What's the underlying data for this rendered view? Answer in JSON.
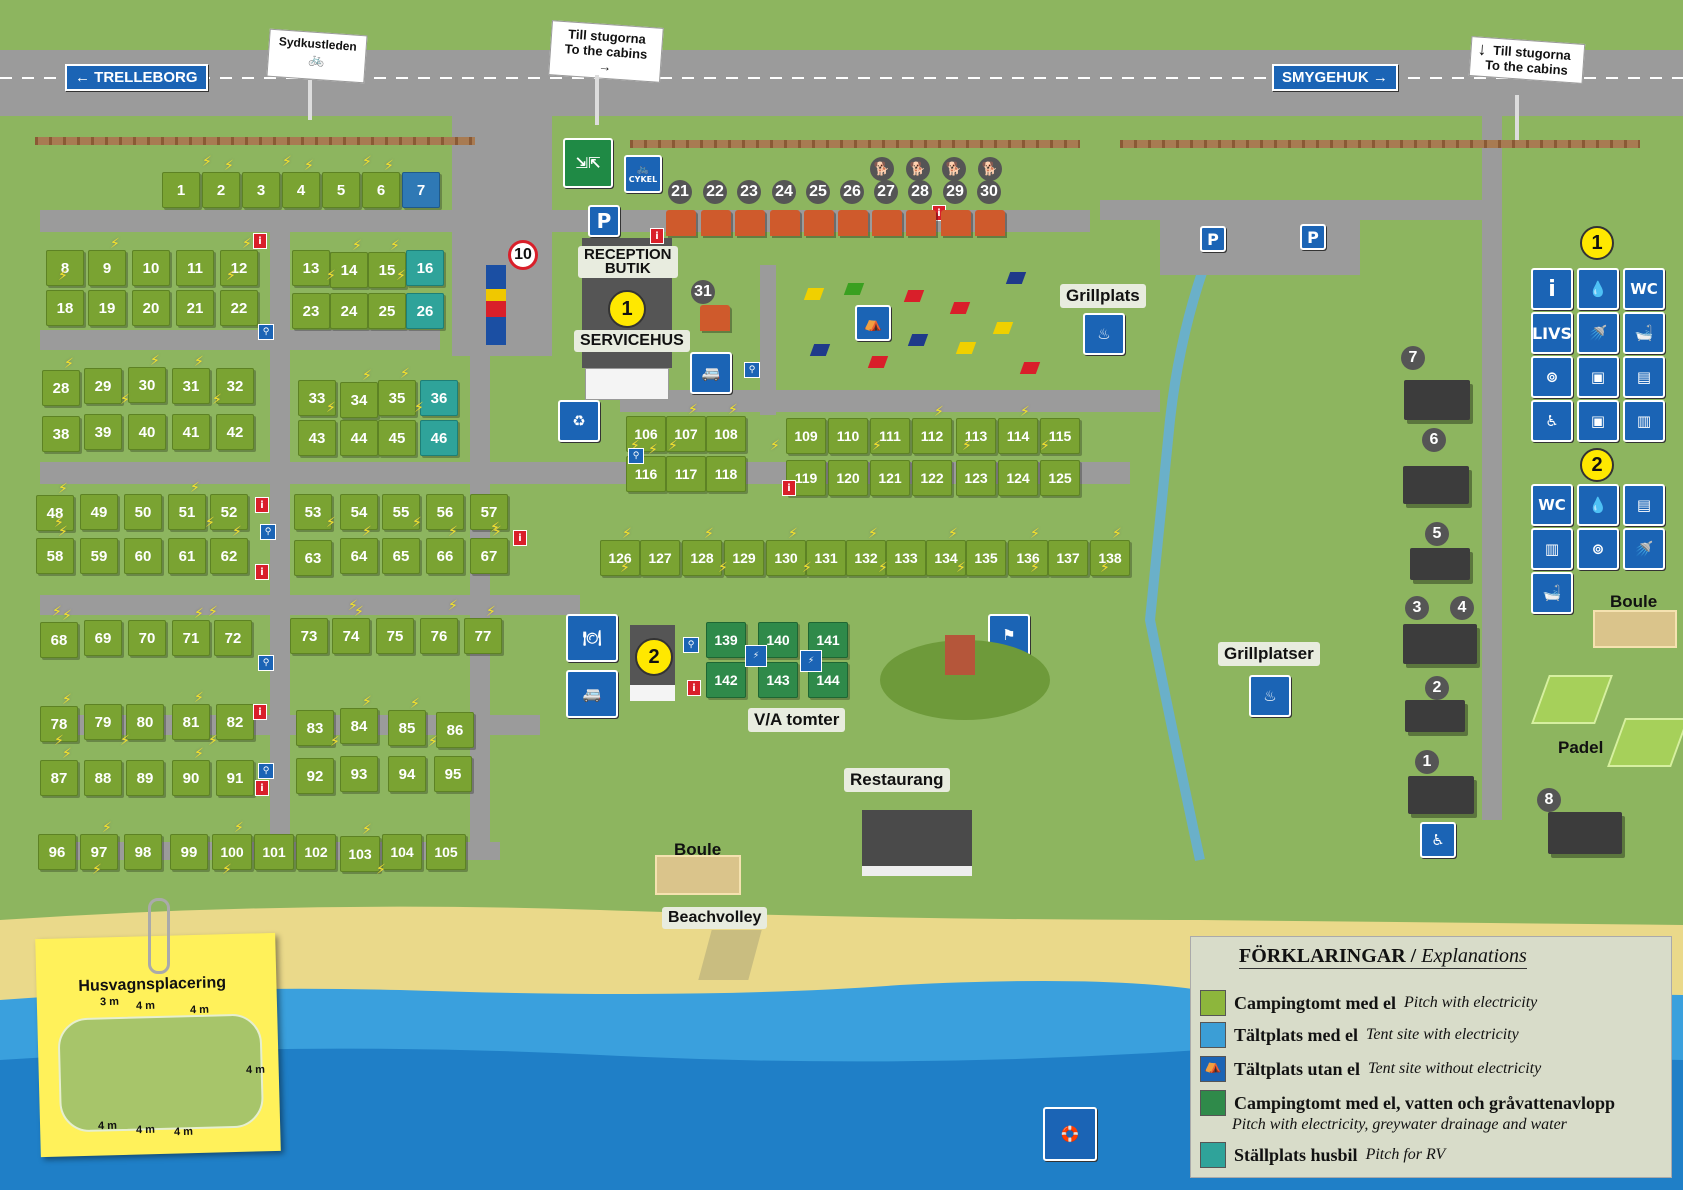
{
  "signs": {
    "trelleborg": "TRELLEBORG",
    "smygehuk": "SMYGEHUK",
    "sydkustleden": "Sydkustleden",
    "cabins_left_1": "Till stugorna",
    "cabins_left_2": "To the cabins",
    "cabins_right_1": "Till stugorna",
    "cabins_right_2": "To the cabins",
    "cykel": "CYKEL"
  },
  "arrows": {
    "left": "←",
    "right": "→",
    "down": "↓"
  },
  "pitches_green": [
    "1",
    "2",
    "3",
    "4",
    "5",
    "6",
    "8",
    "9",
    "10",
    "11",
    "12",
    "13",
    "14",
    "15",
    "18",
    "19",
    "20",
    "21",
    "22",
    "23",
    "24",
    "25",
    "28",
    "29",
    "30",
    "31",
    "32",
    "33",
    "34",
    "35",
    "38",
    "39",
    "40",
    "41",
    "42",
    "43",
    "44",
    "45",
    "48",
    "49",
    "50",
    "51",
    "52",
    "53",
    "54",
    "55",
    "56",
    "57",
    "58",
    "59",
    "60",
    "61",
    "62",
    "63",
    "64",
    "65",
    "66",
    "67",
    "68",
    "69",
    "70",
    "71",
    "72",
    "73",
    "74",
    "75",
    "76",
    "77",
    "78",
    "79",
    "80",
    "81",
    "82",
    "83",
    "84",
    "85",
    "86",
    "87",
    "88",
    "89",
    "90",
    "91",
    "92",
    "93",
    "94",
    "95",
    "96",
    "97",
    "98",
    "99",
    "100",
    "101",
    "102",
    "103",
    "104",
    "105",
    "106",
    "107",
    "108",
    "109",
    "110",
    "111",
    "112",
    "113",
    "114",
    "115",
    "116",
    "117",
    "118",
    "119",
    "120",
    "121",
    "122",
    "123",
    "124",
    "125",
    "126",
    "127",
    "128",
    "129",
    "130",
    "131",
    "132",
    "133",
    "134",
    "135",
    "136",
    "137",
    "138"
  ],
  "pitches_teal": [
    "16",
    "26",
    "36",
    "46"
  ],
  "pitches_blue": [
    "7"
  ],
  "pitches_dark": [
    "139",
    "140",
    "141",
    "142",
    "143",
    "144"
  ],
  "cabin_numbers_top": [
    "21",
    "22",
    "23",
    "24",
    "25",
    "26",
    "27",
    "28",
    "29",
    "30"
  ],
  "cabin_31": "31",
  "cabins_right": [
    "7",
    "6",
    "5",
    "3",
    "4",
    "2",
    "1",
    "8"
  ],
  "labels": {
    "reception": "RECEPTION",
    "butik": "BUTIK",
    "servicehus": "SERVICEHUS",
    "grillplats": "Grillplats",
    "grillplatser": "Grillplatser",
    "va_tomter": "V/A tomter",
    "restaurang": "Restaurang",
    "boule": "Boule",
    "boule_right": "Boule",
    "beachvolley": "Beachvolley",
    "padel": "Padel",
    "speed": "10"
  },
  "service_badges": {
    "one": "1",
    "two": "2",
    "one_small": "1",
    "two_small": "2"
  },
  "service_icons": {
    "info": "i",
    "water": "💧",
    "wc": "WC",
    "livs": "LIVS",
    "wc2": "WC"
  },
  "legend": {
    "title_sv": "FÖRKLARINGAR",
    "title_sep": " / ",
    "title_en": "Explanations",
    "items": [
      {
        "main": "Campingtomt med el",
        "sub": "Pitch with electricity",
        "color": "#8db63c"
      },
      {
        "main": "Tältplats med el",
        "sub": "Tent site with electricity",
        "color": "#3b9ed6"
      },
      {
        "main": "Tältplats utan el",
        "sub": "Tent site without electricity",
        "color": "#1b64b5"
      },
      {
        "main": "Campingtomt med el, vatten och gråvattenavlopp",
        "sub": "Pitch with electricity, greywater drainage  and water",
        "color": "#2f8a4a"
      },
      {
        "main": "Ställplats husbil",
        "sub": "Pitch for RV",
        "color": "#2fa39a"
      }
    ]
  },
  "note": {
    "title": "Husvagnsplacering",
    "dims": [
      "3 m",
      "4 m",
      "4 m",
      "4 m",
      "4 m",
      "4 m",
      "4 m"
    ]
  },
  "colors": {
    "grass": "#8db55f",
    "road": "#9b9b9b",
    "sea": "#1f8fd4",
    "sand": "#ead98a",
    "pitch": "#7aa332",
    "teal": "#2fa39a"
  }
}
